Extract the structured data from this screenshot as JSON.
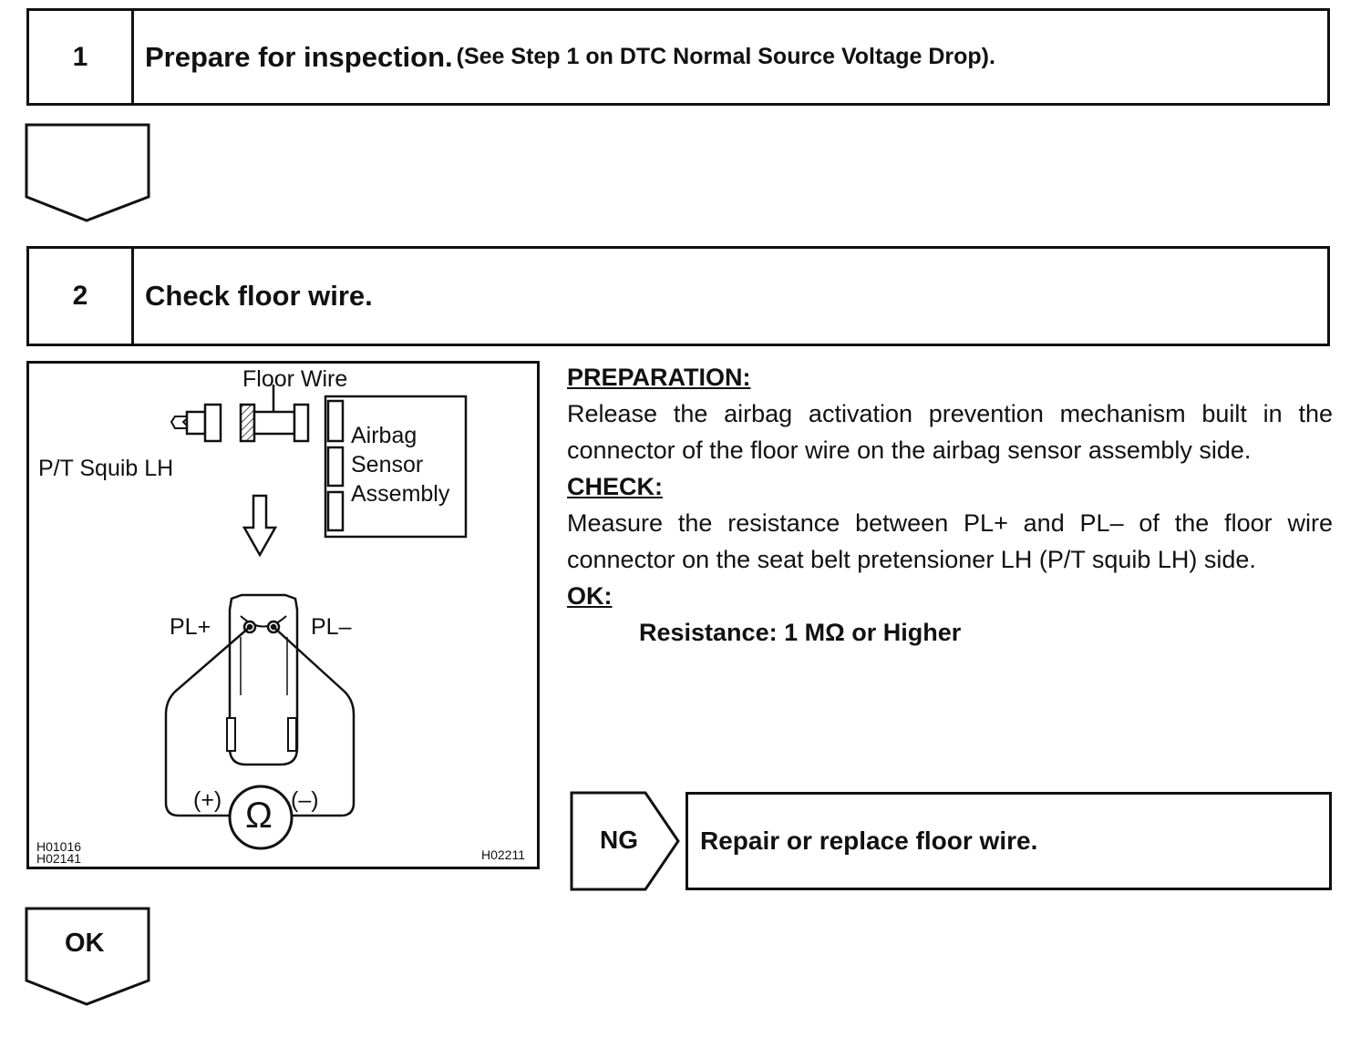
{
  "step1": {
    "number": "1",
    "title": "Prepare for inspection.",
    "subtitle": "(See Step 1 on DTC Normal Source Voltage Drop)."
  },
  "step2": {
    "number": "2",
    "title": "Check floor wire."
  },
  "figure": {
    "floor_wire_label": "Floor Wire",
    "squib_label": "P/T Squib LH",
    "sensor_label": [
      "Airbag",
      "Sensor",
      "Assembly"
    ],
    "pl_plus_label": "PL+",
    "pl_minus_label": "PL–",
    "meter_plus_label": "(+)",
    "meter_minus_label": "(–)",
    "meter_symbol": "Ω",
    "codes_left": [
      "H01016",
      "H02141"
    ],
    "code_right": "H02211"
  },
  "instructions": {
    "preparation_heading": "PREPARATION:",
    "preparation_text": "Release the airbag activation prevention mechanism built in the connector of the floor wire on the airbag sensor assembly side.",
    "check_heading": "CHECK:",
    "check_text": "Measure the resistance between PL+ and PL– of the floor wire connector on the seat belt pretensioner LH (P/T squib LH) side.",
    "ok_heading": "OK:",
    "ok_spec": "Resistance: 1 MΩ or Higher"
  },
  "ng_branch": {
    "label": "NG",
    "action": "Repair or replace floor wire."
  },
  "ok_branch": {
    "label": "OK"
  }
}
